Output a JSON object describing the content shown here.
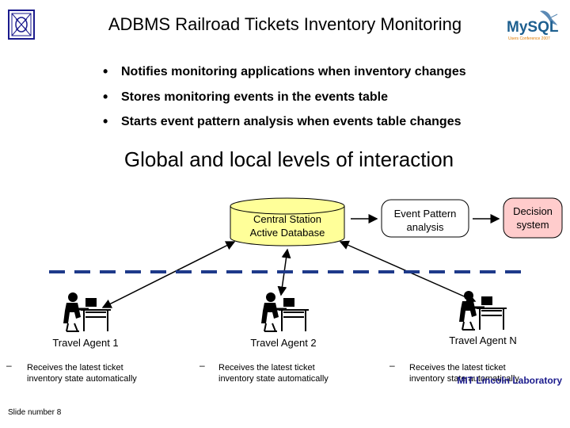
{
  "header": {
    "title": "ADBMS Railroad Tickets Inventory Monitoring"
  },
  "bullets": [
    "Notifies monitoring applications when inventory changes",
    "Stores monitoring events in the events table",
    "Starts event pattern analysis when events table changes"
  ],
  "subtitle": "Global and local levels of interaction",
  "diagram": {
    "database": {
      "line1": "Central Station",
      "line2": "Active Database"
    },
    "pattern": {
      "line1": "Event Pattern",
      "line2": "analysis"
    },
    "decision": {
      "line1": "Decision",
      "line2": "system"
    },
    "agents": [
      {
        "label": "Travel Agent 1",
        "note1": "Receives the latest ticket",
        "note2": "inventory state automatically"
      },
      {
        "label": "Travel Agent 2",
        "note1": "Receives the latest ticket",
        "note2": "inventory state automatically"
      },
      {
        "label": "Travel Agent N",
        "note1": "Receives the latest ticket",
        "note2": "inventory state automatically"
      }
    ],
    "dash_glyph": "–"
  },
  "footer": {
    "slide": "Slide number 8",
    "lab": "MIT Lincoln Laboratory"
  },
  "logo": {
    "text": "MySQL",
    "caption": "Users Conference 2007"
  },
  "colors": {
    "database_fill": "#ffff99",
    "pattern_fill": "#ffffff",
    "decision_fill": "#ffcccc",
    "dash_line": "#1e3a8a",
    "lab_text": "#1a1a8c"
  }
}
